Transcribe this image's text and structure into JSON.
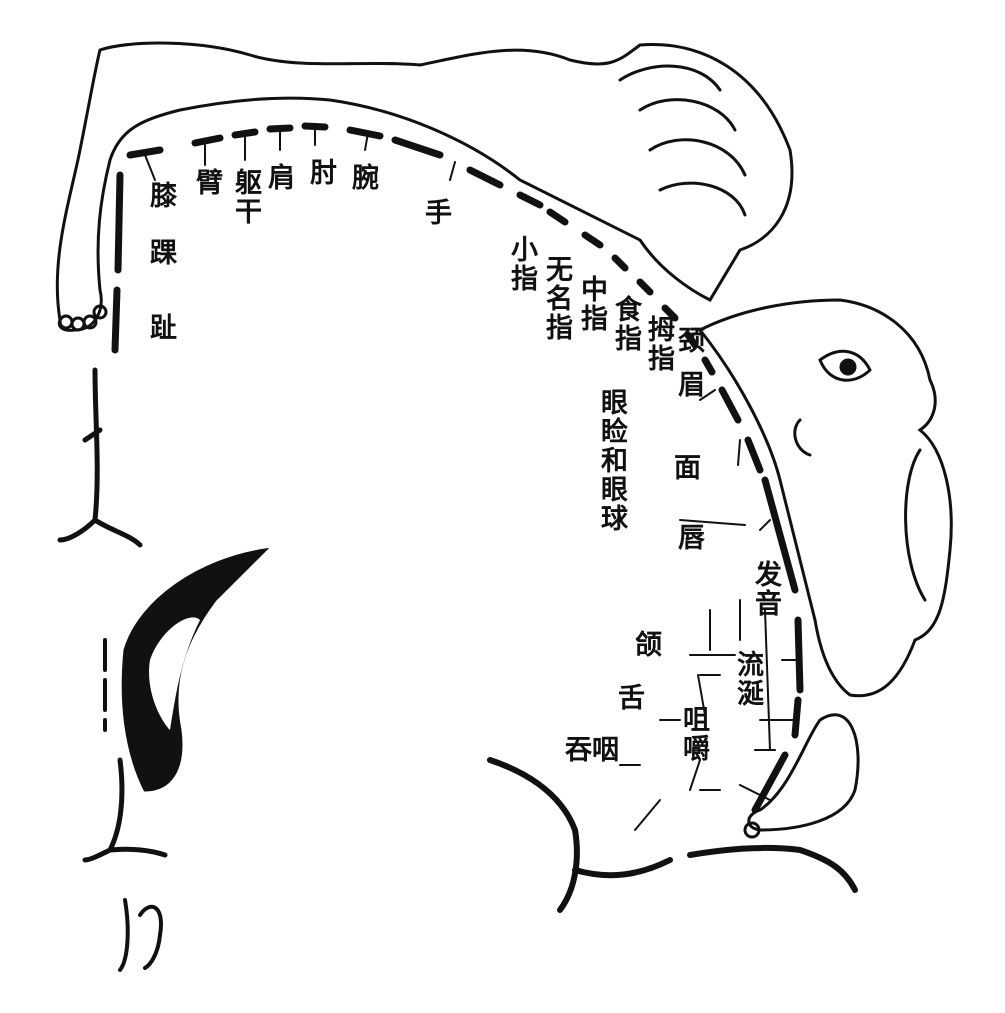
{
  "diagram": {
    "ink_color": "#111111",
    "body_labels": {
      "knee": "膝",
      "arm": "臂",
      "trunk": "躯干",
      "shoulder": "肩",
      "elbow": "肘",
      "wrist": "腕",
      "hand": "手",
      "ankle": "踝",
      "toes": "趾"
    },
    "finger_labels": {
      "little": "小指",
      "ring": "无名指",
      "middle": "中指",
      "index": "食指",
      "thumb": "拇指"
    },
    "head_labels": {
      "neck": "颈",
      "brow": "眉",
      "eyelid_eyeball": "眼睑和眼球",
      "face": "面",
      "lips": "唇",
      "vocalization": "发音",
      "jaw": "颌",
      "salivation": "流涎",
      "tongue": "舌",
      "mastication": "咀嚼",
      "swallowing": "吞咽"
    }
  }
}
